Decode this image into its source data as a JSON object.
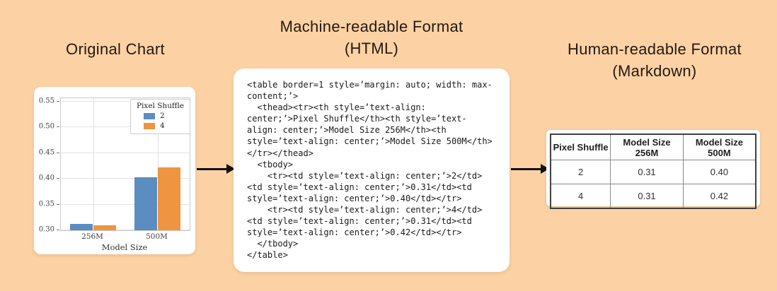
{
  "page": {
    "background_color": "#fcd2a5",
    "title_color": "#241911",
    "arrow_color": "#111111"
  },
  "panels": {
    "original_chart": {
      "title": "Original Chart"
    },
    "machine_readable": {
      "title_line1": "Machine-readable Format",
      "title_line2": "(HTML)",
      "code_lines": [
        "<table border=1 style=’margin: auto; width: max-",
        "content;’>",
        "  <thead><tr><th style=’text-align:",
        "center;’>Pixel Shuffle</th><th style=’text-",
        "align: center;’>Model Size 256M</th><th",
        "style=’text-align: center;’>Model Size 500M</th>",
        "</tr></thead>",
        "  <tbody>",
        "    <tr><td style=’text-align: center;’>2</td>",
        "<td style=’text-align: center;’>0.31</td><td",
        "style=’text-align: center;’>0.40</td></tr>",
        "    <tr><td style=’text-align: center;’>4</td>",
        "<td style=’text-align: center;’>0.31</td><td",
        "style=’text-align: center;’>0.42</td></tr>",
        "  </tbody>",
        "</table>"
      ]
    },
    "human_readable": {
      "title_line1": "Human-readable Format",
      "title_line2": "(Markdown)",
      "table": {
        "headers": [
          "Pixel Shuffle",
          "Model Size 256M",
          "Model Size 500M"
        ],
        "rows": [
          [
            "2",
            "0.31",
            "0.40"
          ],
          [
            "4",
            "0.31",
            "0.42"
          ]
        ]
      }
    }
  },
  "chart_data": {
    "type": "bar",
    "categories": [
      "256M",
      "500M"
    ],
    "series": [
      {
        "name": "2",
        "color": "#5b8dc0",
        "values": [
          0.312,
          0.403
        ]
      },
      {
        "name": "4",
        "color": "#ef9441",
        "values": [
          0.309,
          0.422
        ]
      }
    ],
    "title": "",
    "xlabel": "Model Size",
    "ylabel": "",
    "ylim": [
      0.3,
      0.557
    ],
    "yticks": [
      0.3,
      0.35,
      0.4,
      0.45,
      0.5,
      0.55
    ],
    "legend_title": "Pixel Shuffle",
    "legend_position": "upper right",
    "grid": true
  }
}
